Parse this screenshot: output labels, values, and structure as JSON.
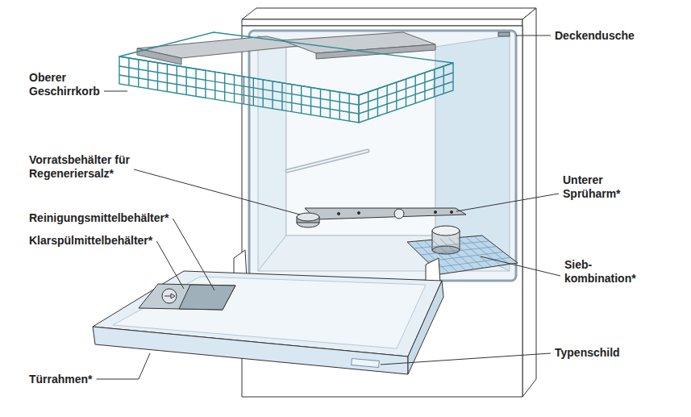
{
  "diagram": {
    "labels": [
      "Deckendusche",
      "Oberer Geschirrkorb",
      "Vorratsbehälter für Regeneriersalz*",
      "Unterer Sprüharm*",
      "Reinigungsmittelbehälter*",
      "Klarspülmittelbehälter*",
      "Sieb- kombination*",
      "Typenschild",
      "Türrahmen*"
    ]
  }
}
